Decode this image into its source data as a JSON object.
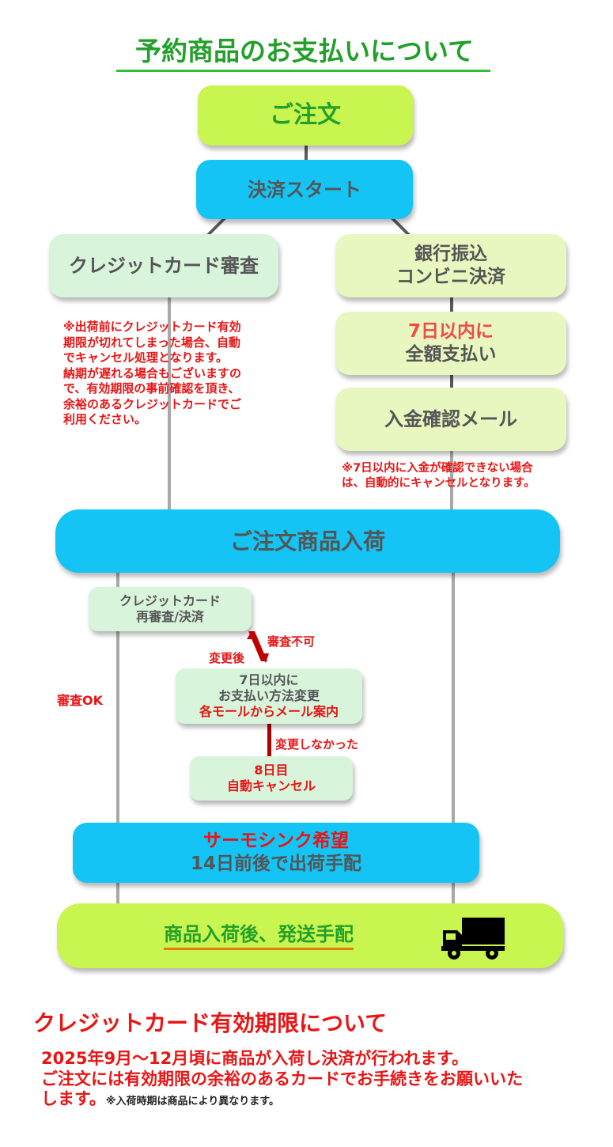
{
  "title": "予約商品のお支払いについて",
  "flow": {
    "order": "ご注文",
    "payment_start": "決済スタート",
    "credit_review": "クレジットカード審査",
    "bank_line1": "銀行振込",
    "bank_line2": "コンビニ決済",
    "within7_line1": "7日以内に",
    "within7_line2": "全額支払い",
    "deposit_mail": "入金確認メール",
    "credit_note": [
      "※出荷前にクレジットカード有効",
      "期限が切れてしまった場合、自動",
      "でキャンセル処理となります。",
      "納期が遅れる場合もございますの",
      "で、有効期限の事前確認を頂き、",
      "余裕のあるクレジットカードでご",
      "利用ください。"
    ],
    "bank_note": [
      "※7日以内に入金が確認できない場合",
      "は、自動的にキャンセルとなります。"
    ],
    "arrival": "ご注文商品入荷",
    "rereview_line1": "クレジットカード",
    "rereview_line2": "再審査/決済",
    "review_ng": "審査不可",
    "after_change": "変更後",
    "review_ok": "審査OK",
    "change_line1": "7日以内に",
    "change_line2": "お支払い方法変更",
    "change_line3": "各モールからメール案内",
    "not_changed": "変更しなかった",
    "cancel_line1": "8日目",
    "cancel_line2": "自動キャンセル",
    "thermo_line1": "サーモシンク希望",
    "thermo_line2": "14日前後で出荷手配",
    "shipping": "商品入荷後、発送手配",
    "truck_icon": "truck-icon"
  },
  "bottom": {
    "heading": "クレジットカード有効期限について",
    "line1": "2025年9月～12月頃に商品が入荷し決済が行われます。",
    "line2": "ご注文には有効期限の余裕のあるカードでお手続きをお願いいた",
    "line3": "します。",
    "small_note": "※入荷時期は商品により異なります。"
  },
  "colors": {
    "title_green": "#22a02a",
    "lime": "#c8f550",
    "cyan": "#14c4f4",
    "mint": "#d8f5dc",
    "cream": "#e8f7c0",
    "red": "#e81515",
    "arrow_red": "#c00000"
  }
}
